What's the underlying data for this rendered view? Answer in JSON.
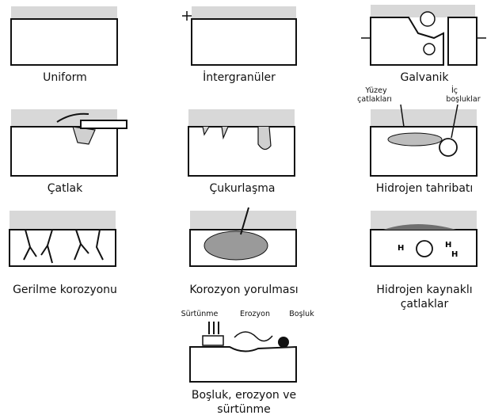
{
  "panels": {
    "uniform": "Uniform",
    "intergranular": "İntergranüler",
    "galvanic": "Galvanik",
    "crack": "Çatlak",
    "pitting": "Çukurlaşma",
    "hydrogen_damage": "Hidrojen tahribatı",
    "hydrogen_labels": {
      "surface_cracks_1": "Yüzey",
      "surface_cracks_2": "çatlakları",
      "internal_voids_1": "İç",
      "internal_voids_2": "boşluklar"
    },
    "stress": "Gerilme korozyonu",
    "fatigue": "Korozyon yorulması",
    "hydrogen_cracks_1": "Hidrojen kaynaklı",
    "hydrogen_cracks_2": "çatlaklar",
    "cavitation_labels": {
      "friction": "Sürtünme",
      "erosion": "Erozyon",
      "cavity": "Boşluk"
    },
    "cavitation_1": "Boşluk, erozyon ve",
    "cavitation_2": "sürtünme"
  },
  "hydrogen_symbol": "H"
}
